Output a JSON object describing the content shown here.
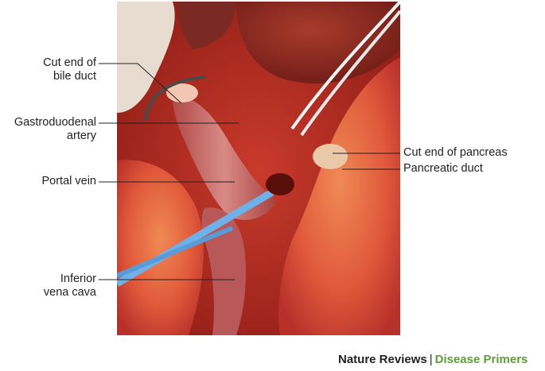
{
  "labels": {
    "cut_end_bile_duct_line1": "Cut end of",
    "cut_end_bile_duct_line2": "bile duct",
    "gastroduodenal_line1": "Gastroduodenal",
    "gastroduodenal_line2": "artery",
    "portal_vein": "Portal vein",
    "inferior_vena_cava_line1": "Inferior",
    "inferior_vena_cava_line2": "vena cava",
    "cut_end_pancreas": "Cut end of pancreas",
    "pancreatic_duct": "Pancreatic duct"
  },
  "footer": {
    "journal": "Nature Reviews",
    "separator": "|",
    "series": "Disease Primers"
  },
  "colors": {
    "series_green": "#5f9a3c",
    "label_text": "#231f20"
  }
}
